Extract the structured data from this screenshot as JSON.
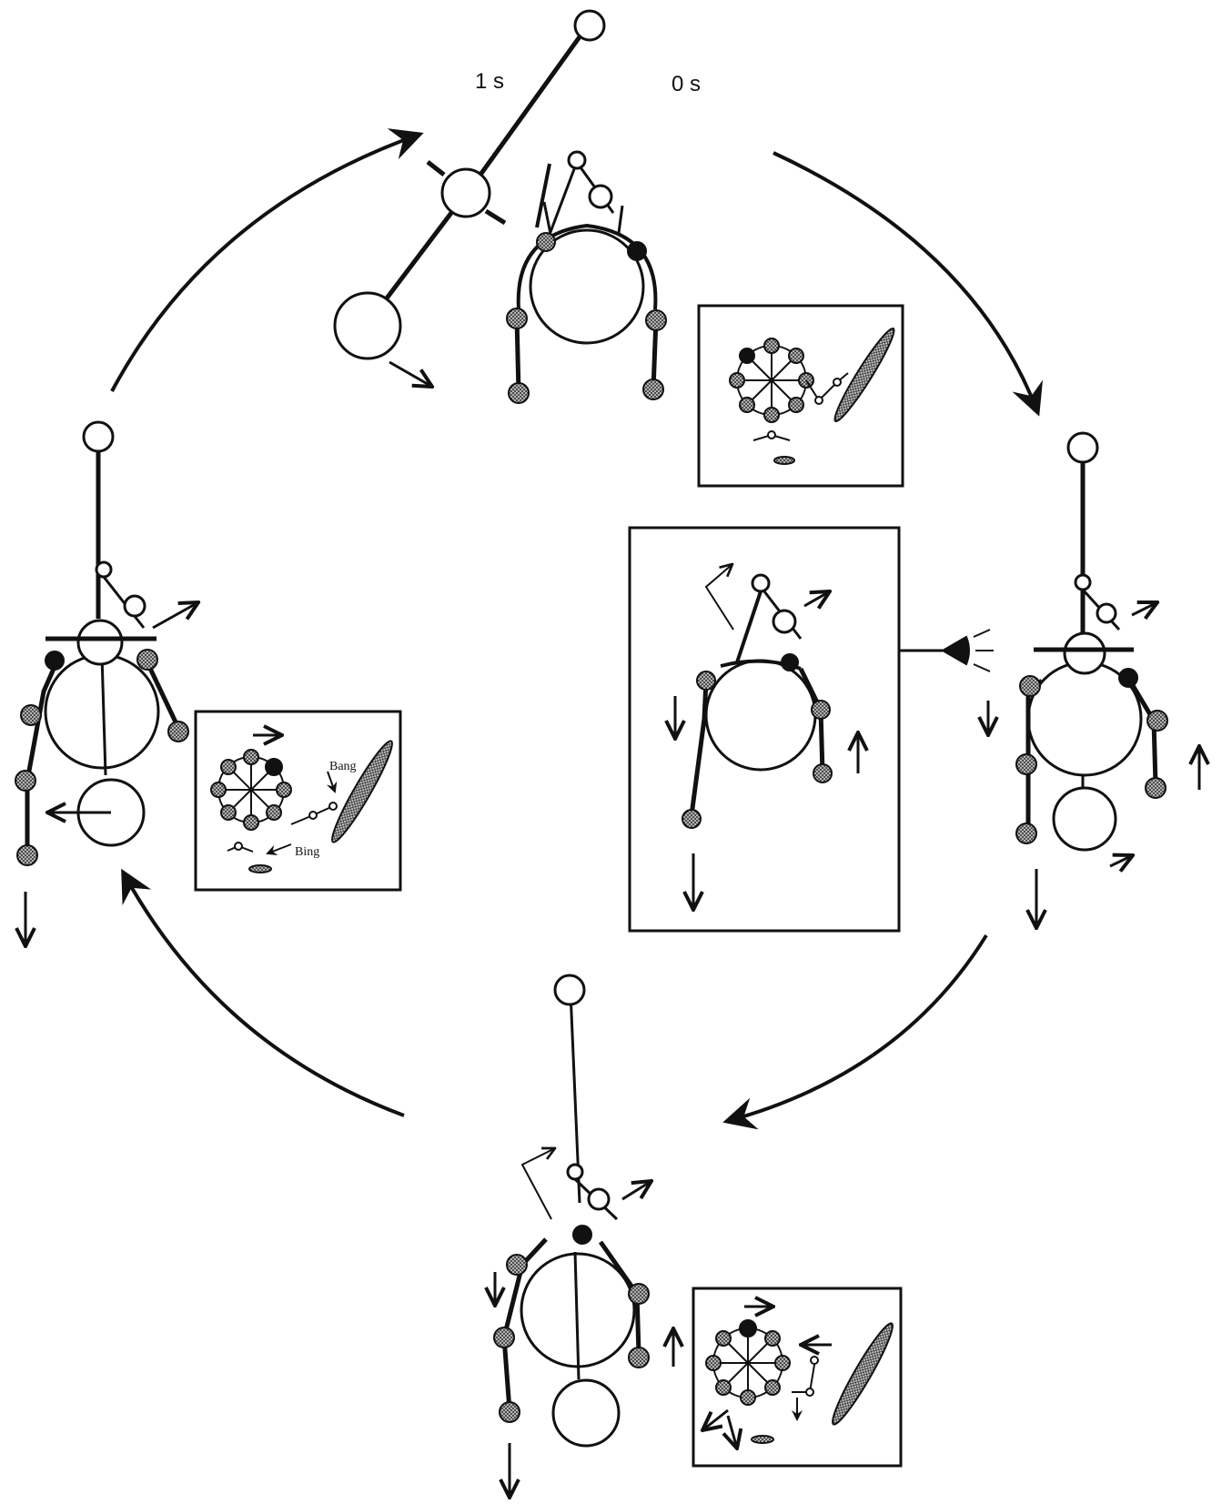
{
  "labels": {
    "time_1s": "1 s",
    "time_0s": "0 s",
    "bang": "Bang",
    "bing": "Bing"
  },
  "colors": {
    "ink": "#111111",
    "hatched_ball": "#9a9a9a",
    "background": "#ffffff"
  },
  "icons": [
    "eye-icon",
    "ball-and-stick-figure",
    "ferris-wheel-icon",
    "ellipse-target-icon",
    "cycle-arrow"
  ]
}
